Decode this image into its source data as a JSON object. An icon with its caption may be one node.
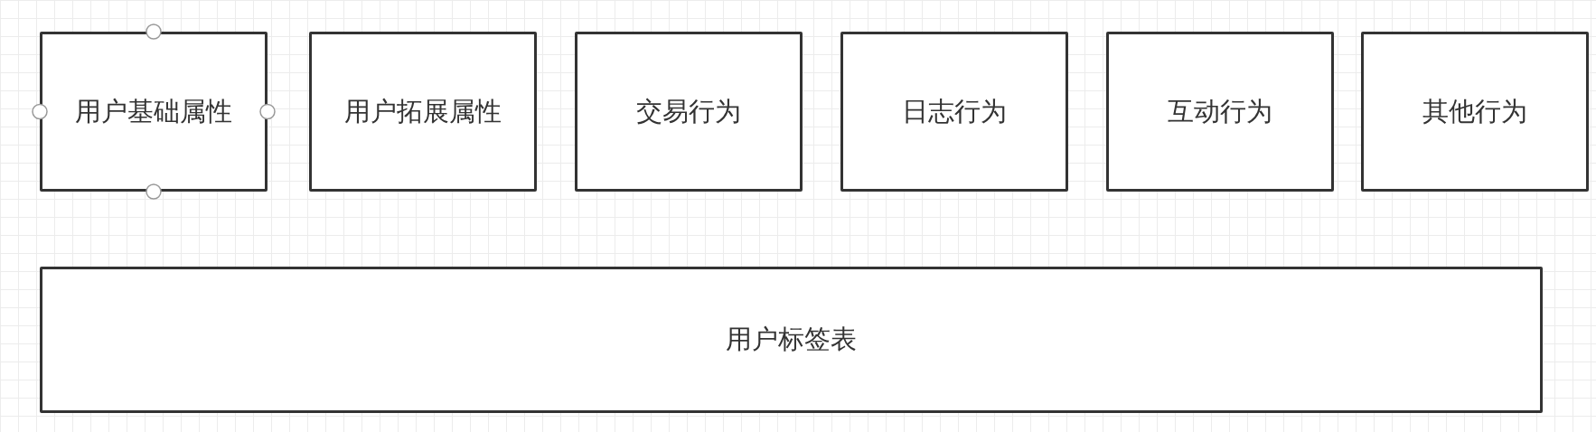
{
  "diagram": {
    "nodes": [
      {
        "text": [
          "用户基础属性"
        ]
      },
      {
        "text": [
          "用户拓展属性"
        ]
      },
      {
        "text": [
          "交易行为"
        ]
      },
      {
        "text": [
          "日志行为"
        ]
      },
      {
        "text": [
          "互动行为"
        ]
      },
      {
        "text": [
          "其他行为"
        ]
      },
      {
        "text": [
          "用户标签表"
        ]
      }
    ]
  }
}
